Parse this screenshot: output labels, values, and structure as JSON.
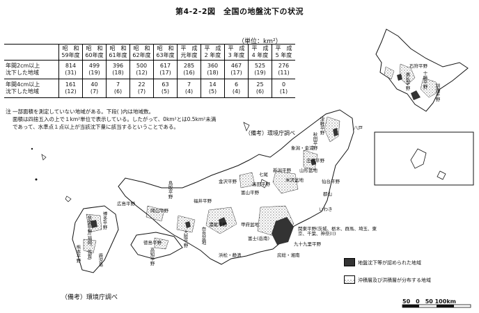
{
  "figure": {
    "title": "第4-2-2図　全国の地盤沈下の状況",
    "unit": "（単位：km²）"
  },
  "table": {
    "headers": [
      "昭　和\n59年度",
      "昭　和\n60年度",
      "昭　和\n61年度",
      "昭　和\n62年度",
      "昭　和\n63年度",
      "平　成\n元年度",
      "平　成\n2 年度",
      "平　成\n3 年度",
      "平　成\n4 年度",
      "平　成\n5 年度"
    ],
    "rows": [
      {
        "label": "年間2cm以上\n沈下した地域",
        "values": [
          "814\n(31)",
          "499\n(19)",
          "396\n(18)",
          "500\n(12)",
          "617\n(17)",
          "285\n(16)",
          "360\n(18)",
          "467\n(17)",
          "525\n(19)",
          "276\n(11)"
        ]
      },
      {
        "label": "年間4cm以上\n沈下した地域",
        "values": [
          "161\n(12)",
          "40\n(7)",
          "7\n(6)",
          "22\n(7)",
          "63\n(5)",
          "7\n(4)",
          "14\n(5)",
          "6\n(4)",
          "25\n(6)",
          "0\n(1)"
        ]
      }
    ]
  },
  "notes": {
    "mark": "注",
    "line1": "一部面積を測定していない地域がある。下段( )内は地域数。",
    "line2": "面積は四捨五入の上で１km²単位で表示している。したがって、0km²とは0.5km²未満",
    "line3": "であって、水準点１点以上が当該沈下量に該当するということである。"
  },
  "credit_top": "（備考）環境庁調べ",
  "credit_bottom": "（備考）環境庁調べ",
  "legend": {
    "subsidence": "地盤沈下等が認められた地域",
    "alluvial": "沖積層及び洪積層が分布する地域"
  },
  "scale": "50　0　50 100km",
  "places": {
    "ishikari": "石狩平野",
    "yufutsu": "勇払平野",
    "tokachi": "十勝平野",
    "kushiro": "釧路平野",
    "hachinohe": "八戸",
    "tsugaru": "津軽平野",
    "akita": "秋田平野",
    "kisakata": "象潟・金浦",
    "shonai": "庄内平野",
    "niigata": "新潟平野",
    "yamagata": "山形盆地",
    "yonezawa": "米沢盆地",
    "sendai": "仙台平野",
    "koriyama": "郡山",
    "iwaki": "いわき",
    "kanto": "関東平野(茨城、栃木、群馬、埼玉、東京、千葉、神奈川)",
    "kujukuri": "九十九里平野",
    "boso": "房総・湘南",
    "kofu": "甲府盆地",
    "fuji": "富士(岳南)",
    "hamamatsu": "浜松・静清",
    "nobi": "濃尾平野",
    "nara": "奈良盆地",
    "osaka": "大阪平野",
    "fukui": "福井平野",
    "kanazawa": "金沢平野",
    "toyama": "富山平野",
    "takada": "高田平野",
    "nanao": "七尾",
    "okayama": "岡山平野",
    "hiroshima": "広島平野",
    "tottori": "鳥取平野",
    "tokushima": "徳島平野",
    "kochi": "高知平野",
    "chikushi": "筑紫平野(福岡、佐賀)",
    "kumamoto": "熊本平野",
    "hakata": "博多平野",
    "kyushu": "鹿児島"
  }
}
